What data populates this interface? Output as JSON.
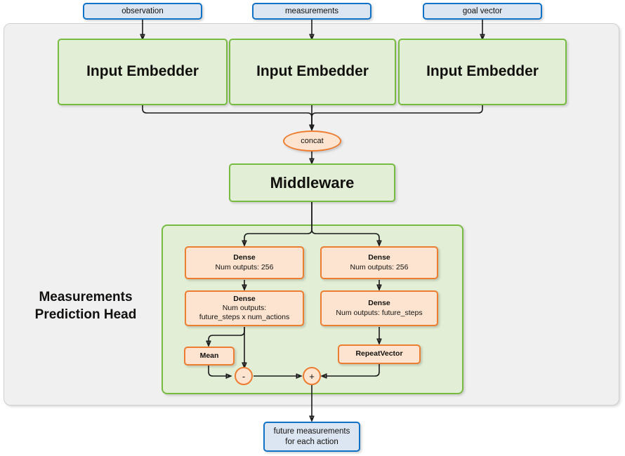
{
  "diagram": {
    "title": "Measurements Prediction Head",
    "inputs": [
      {
        "label": "observation"
      },
      {
        "label": "measurements"
      },
      {
        "label": "goal vector"
      }
    ],
    "embedders": [
      {
        "label": "Input Embedder"
      },
      {
        "label": "Input Embedder"
      },
      {
        "label": "Input Embedder"
      }
    ],
    "concat": {
      "label": "concat"
    },
    "middleware": {
      "label": "Middleware"
    },
    "head": {
      "title_line1": "Measurements",
      "title_line2": "Prediction Head",
      "left_branch": {
        "dense1": {
          "line1": "Dense",
          "line2": "Num outputs: 256"
        },
        "dense2": {
          "line1": "Dense",
          "line2": "Num outputs:",
          "line3": "future_steps x num_actions"
        },
        "mean": {
          "label": "Mean"
        }
      },
      "right_branch": {
        "dense1": {
          "line1": "Dense",
          "line2": "Num outputs: 256"
        },
        "dense2": {
          "line1": "Dense",
          "line2": "Num outputs: future_steps"
        },
        "repeat_vector": {
          "label": "RepeatVector"
        }
      },
      "ops": [
        {
          "symbol": "-",
          "name": "subtract"
        },
        {
          "symbol": "+",
          "name": "add"
        }
      ]
    },
    "output": {
      "line1": "future measurements",
      "line2": "for each action"
    },
    "colors": {
      "io_fill": "#dce6f2",
      "io_border": "#1072c6",
      "module_fill": "#e2eed6",
      "module_border": "#77bb41",
      "op_fill": "#fce4d0",
      "op_border": "#ed7d31",
      "container_fill": "#f0f0f0",
      "wire": "#1a1a1a"
    }
  }
}
